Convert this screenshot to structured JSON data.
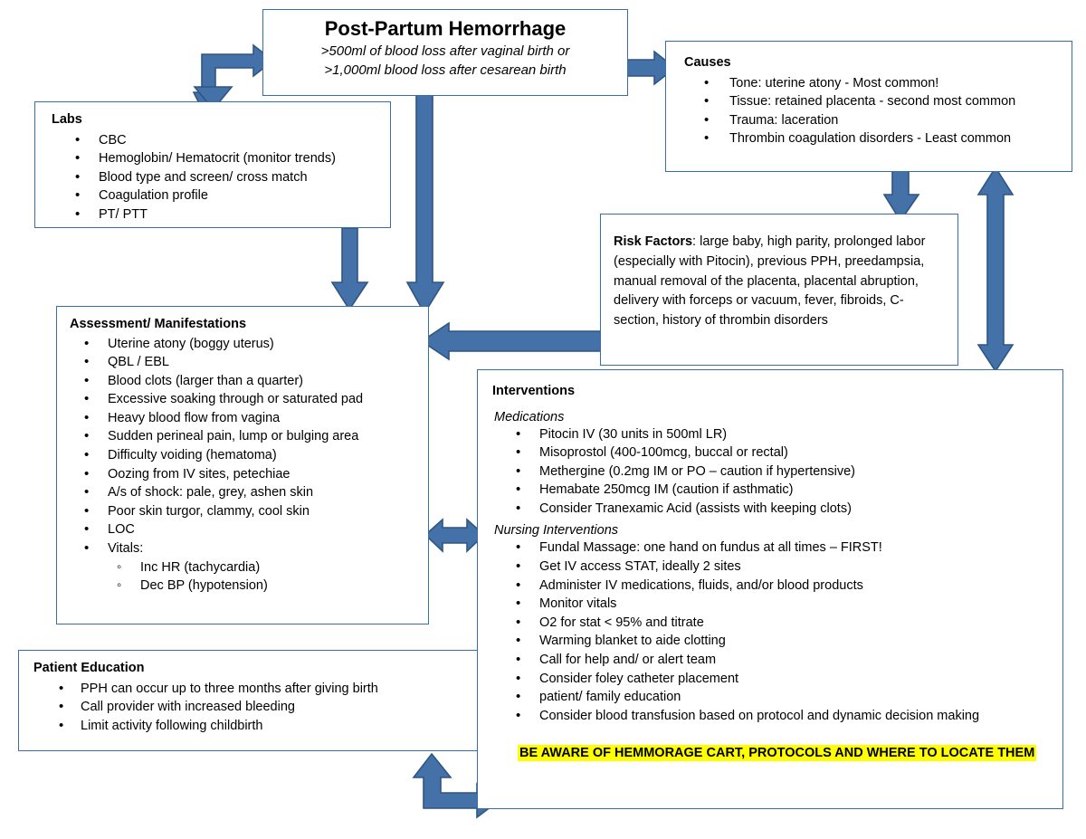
{
  "diagram": {
    "title": "Post-Partum Hemorrhage Concept Map",
    "accent_color": "#4472a8",
    "border_color": "#3a6ea8",
    "highlight_color": "#ffff00"
  },
  "title_box": {
    "title": "Post-Partum Hemorrhage",
    "line1": ">500ml of blood loss after vaginal birth or",
    "line2": ">1,000ml blood loss after cesarean birth"
  },
  "causes": {
    "heading": "Causes",
    "items": [
      "Tone: uterine atony - Most common!",
      "Tissue: retained placenta - second most common",
      "Trauma: laceration",
      "Thrombin coagulation disorders - Least common"
    ]
  },
  "labs": {
    "heading": "Labs",
    "items": [
      "CBC",
      "Hemoglobin/ Hematocrit (monitor trends)",
      "Blood type and screen/ cross match",
      "Coagulation profile",
      "PT/ PTT"
    ]
  },
  "risk_factors": {
    "label": "Risk Factors",
    "separator": ": ",
    "text": "large baby, high parity, prolonged labor (especially with Pitocin), previous PPH, preedampsia, manual removal of the placenta, placental abruption, delivery with forceps or vacuum, fever, fibroids, C-section, history of thrombin disorders"
  },
  "assessment": {
    "heading": "Assessment/ Manifestations",
    "items": [
      "Uterine atony (boggy uterus)",
      "QBL / EBL",
      "Blood clots (larger than a quarter)",
      "Excessive soaking through or saturated pad",
      "Heavy blood flow from vagina",
      "Sudden perineal pain, lump or bulging area",
      "Difficulty voiding (hematoma)",
      "Oozing from IV sites, petechiae",
      "A/s of shock: pale, grey, ashen skin",
      "Poor skin turgor, clammy, cool skin",
      "LOC",
      "Vitals:"
    ],
    "vitals_sub_items": [
      "Inc HR (tachycardia)",
      "Dec BP (hypotension)"
    ]
  },
  "interventions": {
    "heading": "Interventions",
    "medications_heading": "Medications",
    "medications": [
      "Pitocin IV (30 units in 500ml LR)",
      "Misoprostol (400-100mcg, buccal or rectal)",
      "Methergine (0.2mg IM or PO – caution if hypertensive)",
      "Hemabate 250mcg IM (caution if asthmatic)",
      "Consider Tranexamic Acid (assists with keeping clots)"
    ],
    "nursing_heading": "Nursing Interventions",
    "nursing": [
      "Fundal Massage: one hand on fundus at all times – FIRST!",
      "Get IV access STAT, ideally 2 sites",
      "Administer IV medications, fluids, and/or blood products",
      "Monitor vitals",
      "O2 for stat < 95% and titrate",
      "Warming blanket to aide clotting",
      "Call for help and/ or alert team",
      "Consider foley catheter placement",
      "patient/ family education",
      "Consider blood transfusion based on protocol and dynamic decision making"
    ],
    "highlight": "BE AWARE OF HEMMORAGE CART, PROTOCOLS AND WHERE TO LOCATE THEM"
  },
  "patient_education": {
    "heading": "Patient Education",
    "items": [
      "PPH can occur up to three months after giving birth",
      "Call provider with increased bleeding",
      "Limit activity following childbirth"
    ]
  },
  "connectors": [
    {
      "name": "title-to-labs-elbow",
      "shape": "elbow-right-down"
    },
    {
      "name": "title-to-causes",
      "shape": "arrow-right"
    },
    {
      "name": "title-to-assessment",
      "shape": "arrow-down-long"
    },
    {
      "name": "labs-to-assessment",
      "shape": "arrow-down"
    },
    {
      "name": "causes-to-risk",
      "shape": "arrow-down"
    },
    {
      "name": "causes-to-interventions",
      "shape": "arrow-updown"
    },
    {
      "name": "risk-to-assessment",
      "shape": "arrow-left"
    },
    {
      "name": "assessment-to-interventions",
      "shape": "arrow-leftright"
    },
    {
      "name": "patient-ed-to-interventions-elbow",
      "shape": "elbow-up-right"
    }
  ]
}
